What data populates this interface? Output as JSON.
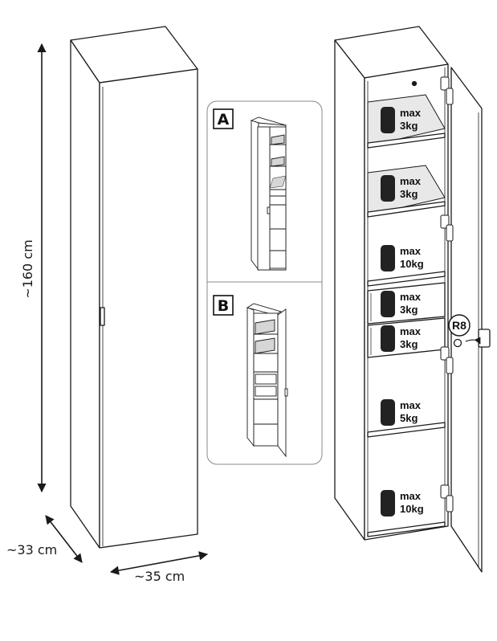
{
  "dimensions": {
    "height_label": "~160 cm",
    "depth_label": "~33 cm",
    "width_label": "~35 cm"
  },
  "variants": [
    {
      "letter": "A"
    },
    {
      "letter": "B"
    }
  ],
  "hardware_label": "R8",
  "load_ratings": [
    {
      "max": "max",
      "weight": "3kg"
    },
    {
      "max": "max",
      "weight": "3kg"
    },
    {
      "max": "max",
      "weight": "10kg"
    },
    {
      "max": "max",
      "weight": "3kg"
    },
    {
      "max": "max",
      "weight": "3kg"
    },
    {
      "max": "max",
      "weight": "5kg"
    },
    {
      "max": "max",
      "weight": "10kg"
    }
  ],
  "colors": {
    "line": "#1a1a1a",
    "glass": "#d6d6d6",
    "weight_icon": "#222222"
  }
}
